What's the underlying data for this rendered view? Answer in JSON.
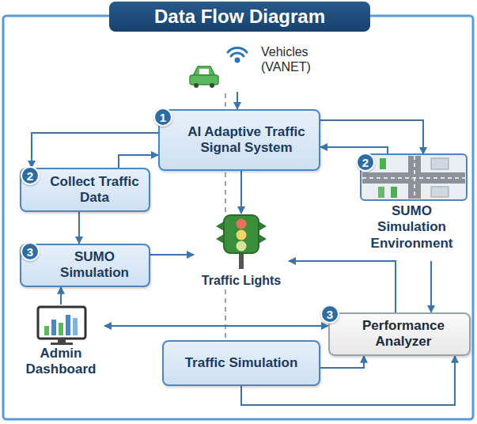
{
  "diagram": {
    "title": "Data Flow Diagram",
    "nodes": [
      {
        "text": [
          "Vehicles (VANET)"
        ]
      },
      {
        "text": [
          "AI Adaptive Traffic Signal System"
        ]
      },
      {
        "text": [
          "Collect Traffic Data"
        ]
      },
      {
        "text": [
          "SUMO Simulation Environment"
        ]
      },
      {
        "text": [
          "SUMO Simulation"
        ]
      },
      {
        "text": [
          "Traffic Lights"
        ]
      },
      {
        "text": [
          "Admin Dashboard"
        ]
      },
      {
        "text": [
          "Performance Analyzer"
        ]
      },
      {
        "text": [
          "Traffic Simulation"
        ]
      }
    ],
    "edges": [
      {
        "from": 0,
        "to": 1,
        "arrow": "to"
      },
      {
        "from": 1,
        "to": 2,
        "arrow": "to"
      },
      {
        "from": 2,
        "to": 1,
        "arrow": "to"
      },
      {
        "from": 1,
        "to": 3,
        "arrow": "to"
      },
      {
        "from": 3,
        "to": 1,
        "arrow": "to"
      },
      {
        "from": 1,
        "to": 5,
        "arrow": "to"
      },
      {
        "from": 2,
        "to": 4,
        "arrow": "to"
      },
      {
        "from": 4,
        "to": 5,
        "arrow": "to"
      },
      {
        "from": 6,
        "to": 4,
        "arrow": "to"
      },
      {
        "from": 6,
        "to": 7,
        "arrow": "both"
      },
      {
        "from": 7,
        "to": 5,
        "arrow": "to"
      },
      {
        "from": 3,
        "to": 7,
        "arrow": "to"
      },
      {
        "from": 8,
        "to": 7,
        "arrow": "to"
      },
      {
        "from": 8,
        "to": 7,
        "arrow": "to"
      }
    ],
    "labels": [
      "1",
      "2",
      "2",
      "3",
      "3"
    ]
  }
}
